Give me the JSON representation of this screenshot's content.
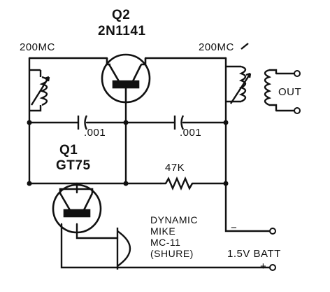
{
  "labels": {
    "q2_designator": "Q2",
    "q2_part": "2N1141",
    "q1_designator": "Q1",
    "q1_part": "GT75",
    "left_tank": "200MC",
    "right_tank": "200MC",
    "output": "OUT",
    "cap_left": ".001",
    "cap_right": ".001",
    "resistor": "47K",
    "mike_line1": "DYNAMIC",
    "mike_line2": "MIKE",
    "mike_line3": "MC-11",
    "mike_line4": "(SHURE)",
    "battery": "1.5V BATT",
    "minus": "−",
    "plus": "+"
  },
  "colors": {
    "ink": "#111111",
    "background": "#ffffff"
  }
}
